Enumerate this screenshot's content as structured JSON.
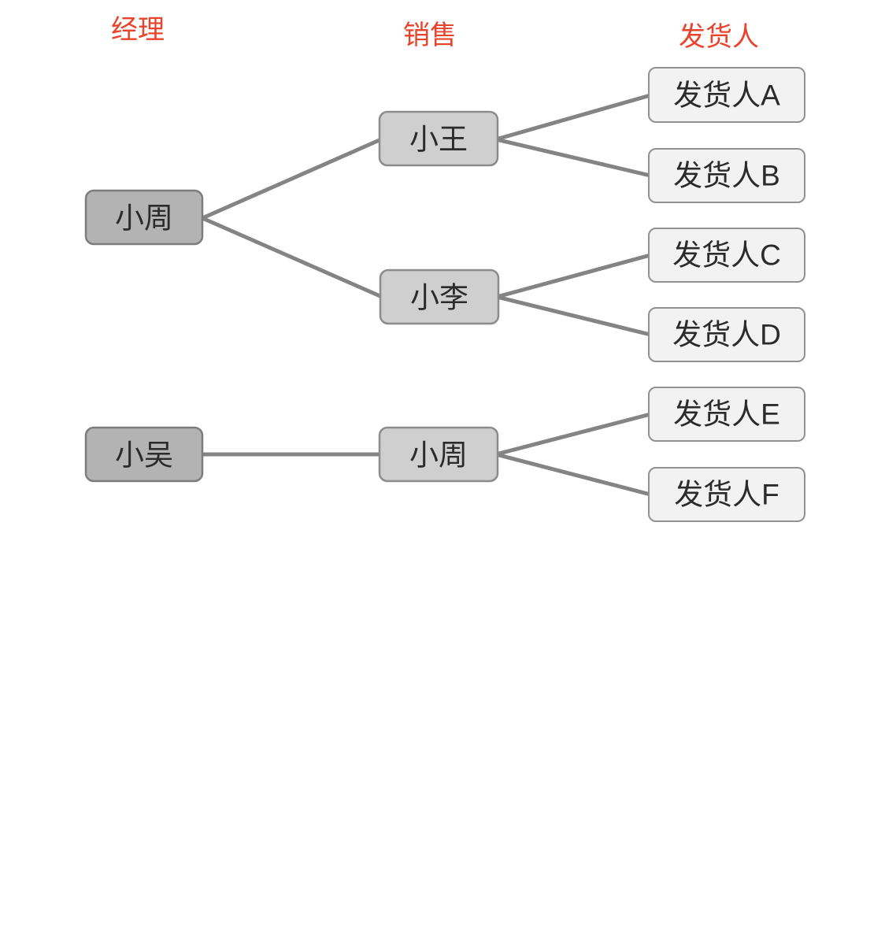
{
  "diagram": {
    "title_hint": "manager-sales-shipper-tree",
    "columns": {
      "manager": {
        "header": "经理"
      },
      "sales": {
        "header": "销售"
      },
      "shipper": {
        "header": "发货人"
      }
    },
    "nodes": {
      "manager_zhou": {
        "label": "小周"
      },
      "manager_wu": {
        "label": "小吴"
      },
      "sales_wang": {
        "label": "小王"
      },
      "sales_li": {
        "label": "小李"
      },
      "sales_zhou": {
        "label": "小周"
      },
      "shipper_a": {
        "label": "发货人A"
      },
      "shipper_b": {
        "label": "发货人B"
      },
      "shipper_c": {
        "label": "发货人C"
      },
      "shipper_d": {
        "label": "发货人D"
      },
      "shipper_e": {
        "label": "发货人E"
      },
      "shipper_f": {
        "label": "发货人F"
      }
    },
    "edges": [
      {
        "from": "manager_zhou",
        "to": "sales_wang"
      },
      {
        "from": "manager_zhou",
        "to": "sales_li"
      },
      {
        "from": "sales_wang",
        "to": "shipper_a"
      },
      {
        "from": "sales_wang",
        "to": "shipper_b"
      },
      {
        "from": "sales_li",
        "to": "shipper_c"
      },
      {
        "from": "sales_li",
        "to": "shipper_d"
      },
      {
        "from": "manager_wu",
        "to": "sales_zhou"
      },
      {
        "from": "sales_zhou",
        "to": "shipper_e"
      },
      {
        "from": "sales_zhou",
        "to": "shipper_f"
      }
    ],
    "colors": {
      "background": "#ffffff",
      "header_text": "#e8432b",
      "node_text": "#2b2b2b",
      "edge_line": "#848484",
      "manager_node_fill": "#b3b3b3",
      "manager_node_border": "#7d7d7d",
      "sales_node_fill": "#cfcfcf",
      "sales_node_border": "#8c8c8c",
      "shipper_node_fill": "#f2f2f2",
      "shipper_node_border": "#919191"
    }
  }
}
